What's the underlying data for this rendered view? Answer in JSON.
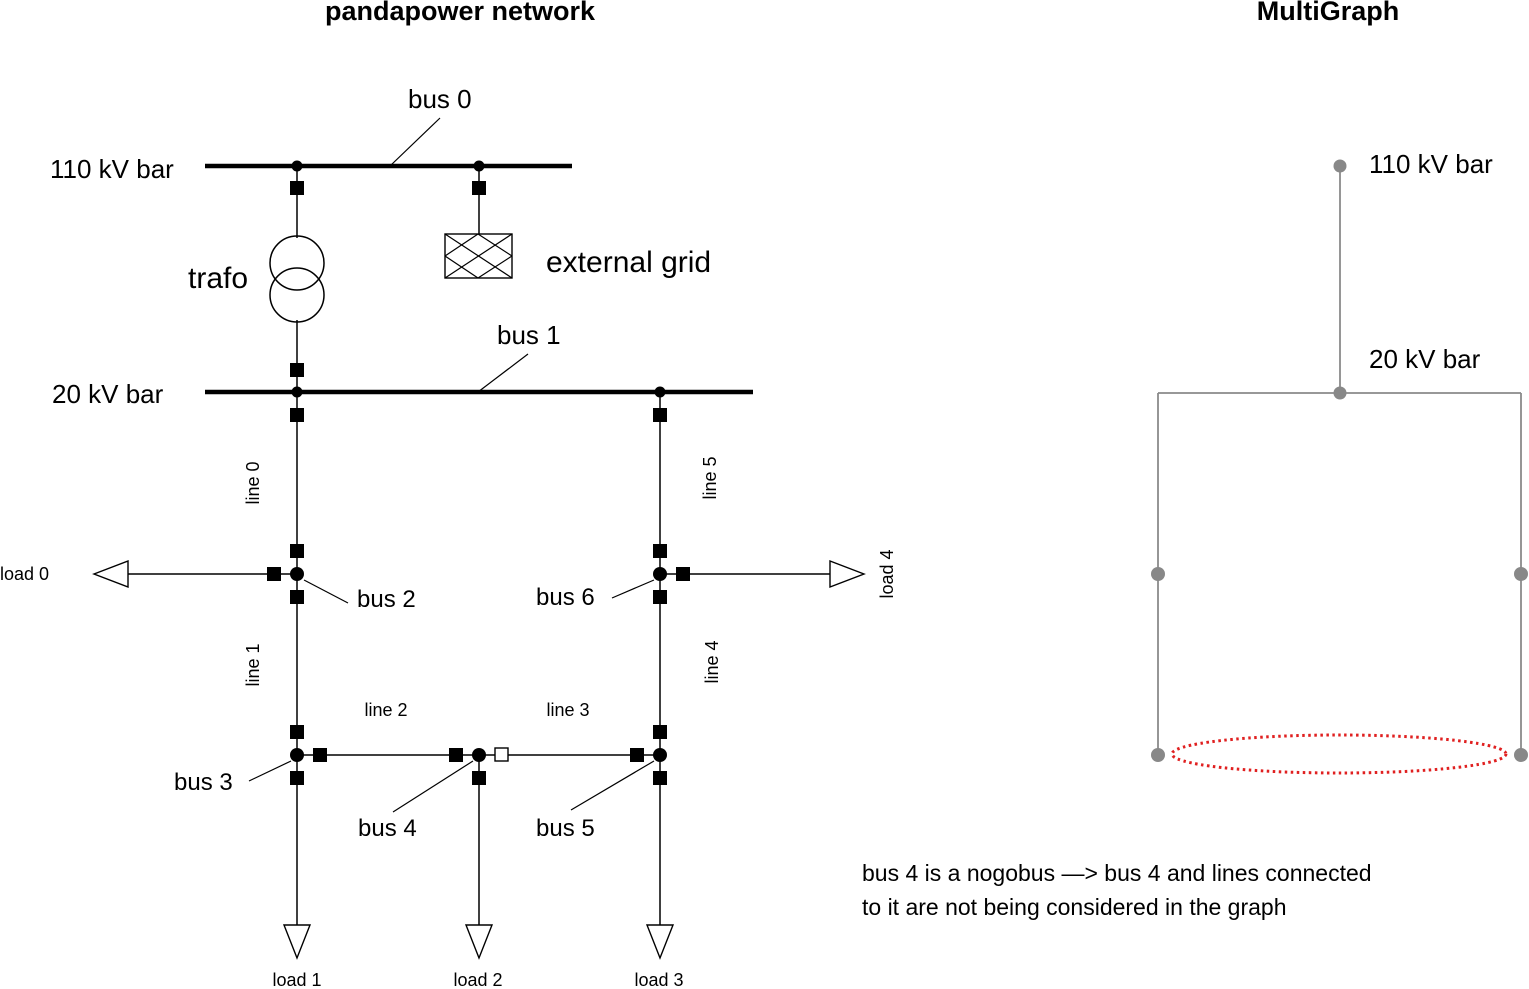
{
  "left_panel": {
    "title": "pandapower network",
    "labels": {
      "bar_110": "110 kV bar",
      "bar_20": "20 kV bar",
      "bus0": "bus 0",
      "bus1": "bus 1",
      "bus2": "bus 2",
      "bus3": "bus 3",
      "bus4": "bus 4",
      "bus5": "bus 5",
      "bus6": "bus 6",
      "trafo": "trafo",
      "ext_grid": "external grid",
      "line0": "line 0",
      "line1": "line 1",
      "line2": "line 2",
      "line3": "line 3",
      "line4": "line 4",
      "line5": "line 5",
      "load0": "load 0",
      "load1": "load 1",
      "load2": "load 2",
      "load3": "load 3",
      "load4": "load 4"
    }
  },
  "right_panel": {
    "title": "MultiGraph",
    "labels": {
      "bar_110": "110 kV bar",
      "bar_20": "20 kV bar"
    },
    "note_line1": "bus 4 is a nogobus —> bus 4 and lines connected",
    "note_line2": "to it are not being considered in the graph",
    "highlight_color": "#e02020",
    "edge_color": "#8a8a8a"
  }
}
